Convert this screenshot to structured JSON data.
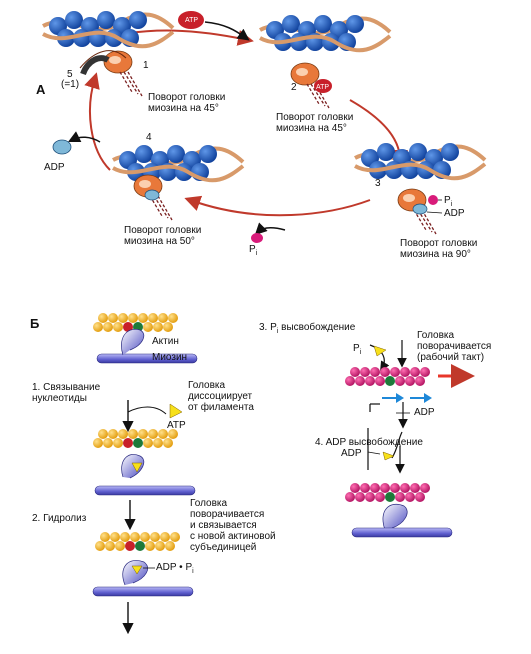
{
  "panel_a": {
    "label": "A",
    "atp_token": "ATP",
    "step_labels": [
      "1",
      "2",
      "3",
      "4",
      "5",
      "(=1)"
    ],
    "atp_on_head": "ATP",
    "captions": {
      "rot45_a_line1": "Поворот головки",
      "rot45_a_line2": "миозина на 45°",
      "rot45_b_line1": "Поворот головки",
      "rot45_b_line2": "миозина на 45°",
      "rot90_line1": "Поворот головки",
      "rot90_line2": "миозина на 90°",
      "rot50_line1": "Поворот головки",
      "rot50_line2": "миозина на 50°"
    },
    "pi_label": "P",
    "pi_sub": "i",
    "adp_bound": "ADP",
    "adp_released": "ADP",
    "pi_released": "P",
    "pi_released_sub": "i"
  },
  "panel_b": {
    "label": "Б",
    "actin": "Актин",
    "myosin": "Миозин",
    "step1_line1": "1. Связывание",
    "step1_line2": "нуклеотиды",
    "head_dissoc_line1": "Головка",
    "head_dissoc_line2": "диссоциирует",
    "head_dissoc_line3": "от филамента",
    "atp": "ATP",
    "step2": "2. Гидролиз",
    "head_rotate_line1": "Головка",
    "head_rotate_line2": "поворачивается",
    "head_rotate_line3": "и связывается",
    "head_rotate_line4": "с новой актиновой",
    "head_rotate_line5": "субъединицей",
    "adp_pi": "ADP • P",
    "adp_pi_sub": "i",
    "step3_prefix": "3. P",
    "step3_sub": "i",
    "step3_suffix": " высвобождение",
    "pi": "P",
    "pi_sub": "i",
    "power_line1": "Головка",
    "power_line2": "поворачивается",
    "power_line3": "(рабочий такт)",
    "adp_on_head": "ADP",
    "step4": "4. ADP высвобождение",
    "adp_released": "ADP"
  },
  "colors": {
    "actin_blue": "#1f5bb8",
    "cycle_red": "#c0392b",
    "myosin_rod": "#6b6bd6",
    "actin_yellow": "#f2b51b",
    "actin_magenta": "#d81b7a",
    "atp_red": "#c8202a",
    "arrow_blue": "#1e88d8"
  }
}
